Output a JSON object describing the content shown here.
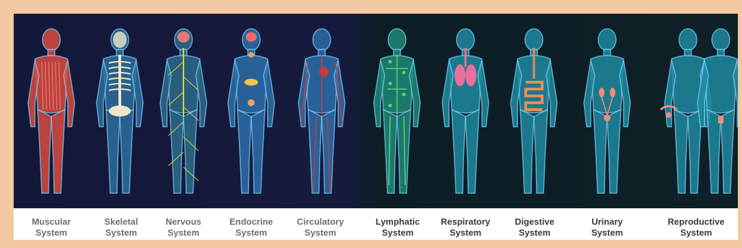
{
  "systems": [
    {
      "line1": "Muscular",
      "line2": "System",
      "body": "#d94a3f",
      "organ": "#f07a6a",
      "kind": "muscle"
    },
    {
      "line1": "Skeletal",
      "line2": "System",
      "body": "#2c6f9e",
      "organ": "#efe7c8",
      "kind": "skeleton"
    },
    {
      "line1": "Nervous",
      "line2": "System",
      "body": "#2b6b8a",
      "organ": "#e3d24a",
      "kind": "nerve"
    },
    {
      "line1": "Endocrine",
      "line2": "System",
      "body": "#2b6fa8",
      "organ": "#f0a06a",
      "kind": "endocrine"
    },
    {
      "line1": "Circulatory",
      "line2": "System",
      "body": "#2b6fa8",
      "organ": "#c83a3a",
      "kind": "circulatory"
    },
    {
      "line1": "Lymphatic",
      "line2": "System",
      "body": "#1f8a78",
      "organ": "#5fd37a",
      "kind": "lymph"
    },
    {
      "line1": "Respiratory",
      "line2": "System",
      "body": "#1e8aa0",
      "organ": "#e8709a",
      "kind": "lungs"
    },
    {
      "line1": "Digestive",
      "line2": "System",
      "body": "#1e8aa0",
      "organ": "#ef8a5a",
      "kind": "digest"
    },
    {
      "line1": "Urinary",
      "line2": "System",
      "body": "#1e8aa0",
      "organ": "#f08a7a",
      "kind": "urinary"
    },
    {
      "line1": "Reproductive",
      "line2": "System",
      "body": "#1e8aa0",
      "organ": "#f0907a",
      "kind": "repro"
    }
  ]
}
